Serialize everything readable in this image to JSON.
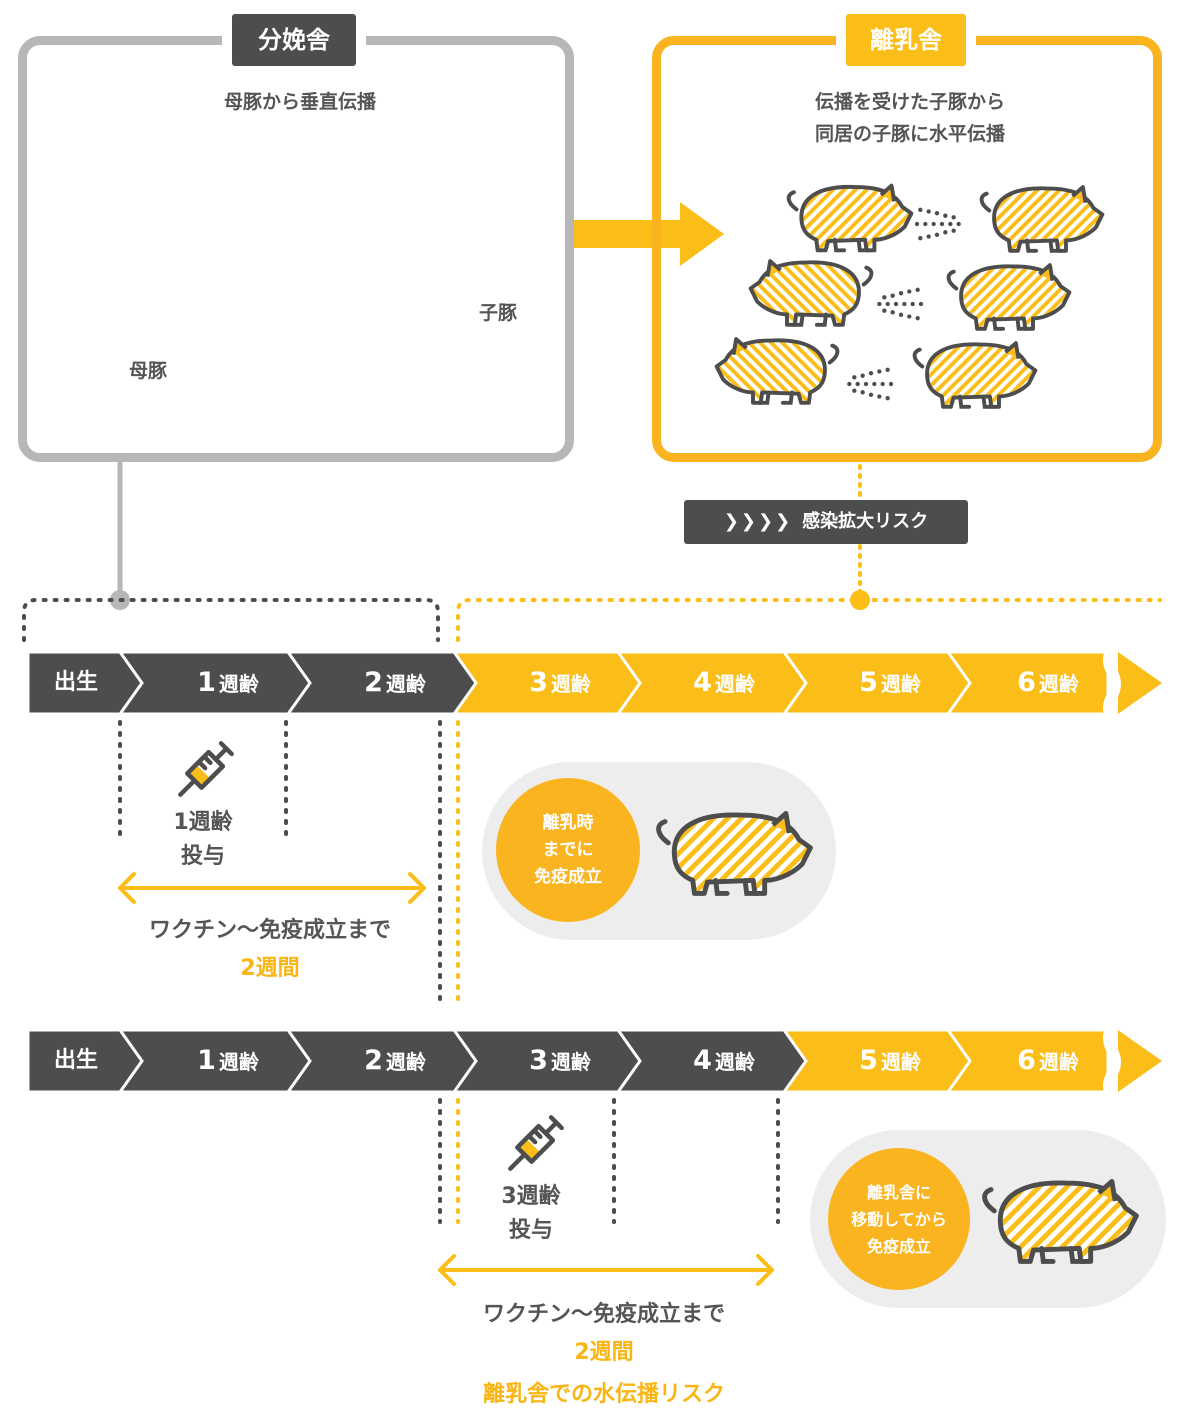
{
  "colors": {
    "yellow": "#fbbd18",
    "orange": "#fab420",
    "dark": "#4d4d4d",
    "gray": "#b7b7b7",
    "pill": "#ededed"
  },
  "farrowing": {
    "title": "分娩舎",
    "description": "母豚から垂直伝播",
    "sow_label": "母豚",
    "piglet_label": "子豚"
  },
  "weaning": {
    "title": "離乳舎",
    "description_line1": "伝播を受けた子豚から",
    "description_line2": "同居の子豚に水平伝播"
  },
  "risk_badge": {
    "arrows": "❯❯❯❯",
    "label": "感染拡大リスク"
  },
  "timeline1": {
    "stages": [
      {
        "num": "出生",
        "unit": ""
      },
      {
        "num": "1",
        "unit": "週齢"
      },
      {
        "num": "2",
        "unit": "週齢"
      },
      {
        "num": "3",
        "unit": "週齢"
      },
      {
        "num": "4",
        "unit": "週齢"
      },
      {
        "num": "5",
        "unit": "週齢"
      },
      {
        "num": "6",
        "unit": "週齢"
      }
    ],
    "dose_line1": "1週齢",
    "dose_line2": "投与",
    "span_text": "ワクチン〜免疫成立まで",
    "span_value": "2週間",
    "result": "離乳時\nまでに\n免疫成立"
  },
  "timeline2": {
    "stages": [
      {
        "num": "出生",
        "unit": ""
      },
      {
        "num": "1",
        "unit": "週齢"
      },
      {
        "num": "2",
        "unit": "週齢"
      },
      {
        "num": "3",
        "unit": "週齢"
      },
      {
        "num": "4",
        "unit": "週齢"
      },
      {
        "num": "5",
        "unit": "週齢"
      },
      {
        "num": "6",
        "unit": "週齢"
      }
    ],
    "dose_line1": "3週齢",
    "dose_line2": "投与",
    "span_text": "ワクチン〜免疫成立まで",
    "span_value": "2週間",
    "risk_text": "離乳舎での水伝播リスク",
    "result": "離乳舎に\n移動してから\n免疫成立"
  },
  "icons": [
    "pig-icon",
    "syringe-icon",
    "spray-icon",
    "arrow-right-icon",
    "double-arrow-icon"
  ]
}
